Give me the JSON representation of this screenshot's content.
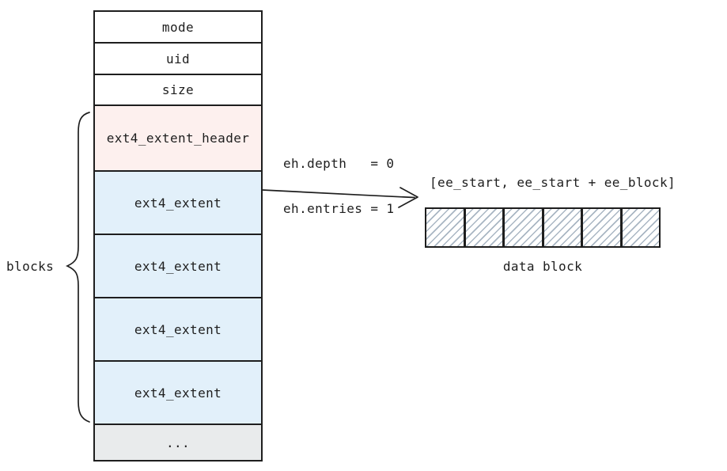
{
  "diagram": {
    "inode": {
      "rows": [
        {
          "label": "mode"
        },
        {
          "label": "uid"
        },
        {
          "label": "size"
        },
        {
          "label": "ext4_extent_header"
        },
        {
          "label": "ext4_extent"
        },
        {
          "label": "ext4_extent"
        },
        {
          "label": "ext4_extent"
        },
        {
          "label": "ext4_extent"
        },
        {
          "label": "..."
        }
      ]
    },
    "brace_label": "blocks",
    "annotation": {
      "line1": "eh.depth   = 0",
      "line2": "eh.entries = 1"
    },
    "range_label": "[ee_start, ee_start + ee_block]",
    "data_block": {
      "label": "data block",
      "cells": 6
    }
  },
  "colors": {
    "border": "#1e1e1e",
    "header_fill": "#fdf0ee",
    "extent_fill": "#e2f0fa",
    "dots_fill": "#e9ebec",
    "hatch": "#a9b6c3"
  }
}
